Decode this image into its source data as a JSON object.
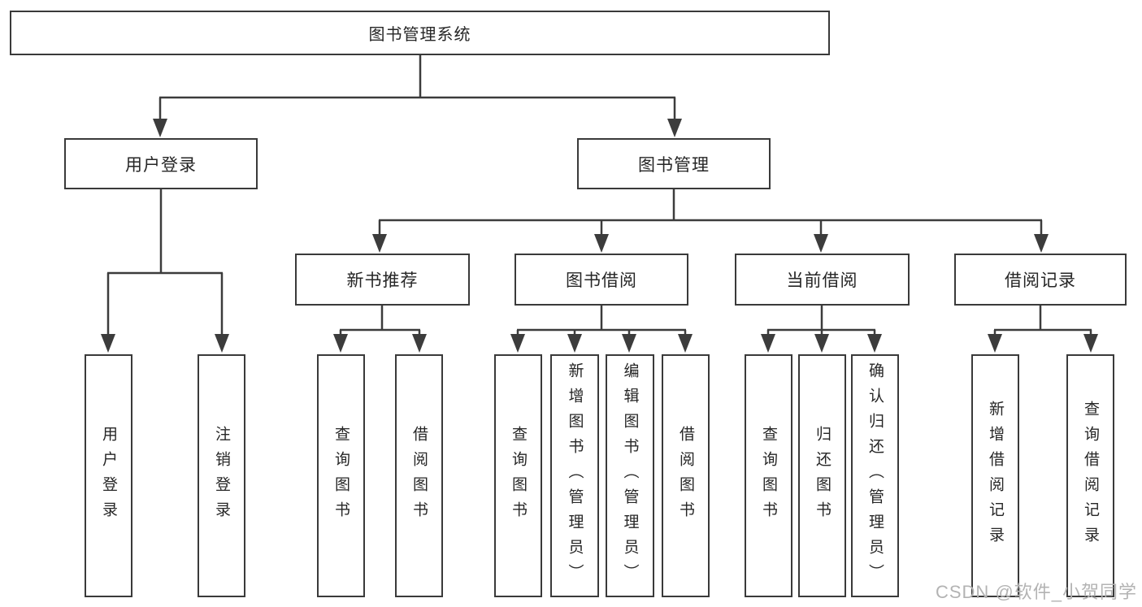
{
  "diagram": {
    "root": {
      "label": "图书管理系统"
    },
    "level2": [
      {
        "label": "用户登录"
      },
      {
        "label": "图书管理"
      }
    ],
    "level3": [
      {
        "label": "新书推荐"
      },
      {
        "label": "图书借阅"
      },
      {
        "label": "当前借阅"
      },
      {
        "label": "借阅记录"
      }
    ],
    "leaves": {
      "user_login": [
        "用户登录",
        "注销登录"
      ],
      "new_book_recommend": [
        "查询图书",
        "借阅图书"
      ],
      "book_borrowing": [
        "查询图书",
        "新增图书（管理员）",
        "编辑图书（管理员）",
        "借阅图书"
      ],
      "current_borrowing": [
        "查询图书",
        "归还图书",
        "确认归还（管理员）"
      ],
      "borrowing_records": [
        "新增借阅记录",
        "查询借阅记录"
      ]
    }
  },
  "watermark": {
    "text": "CSDN @软件_小贺同学"
  },
  "colors": {
    "line": "#3c3c3c",
    "box_border": "#3a3a3a",
    "text": "#262626",
    "watermark": "#b3b3b3",
    "background": "#ffffff"
  }
}
